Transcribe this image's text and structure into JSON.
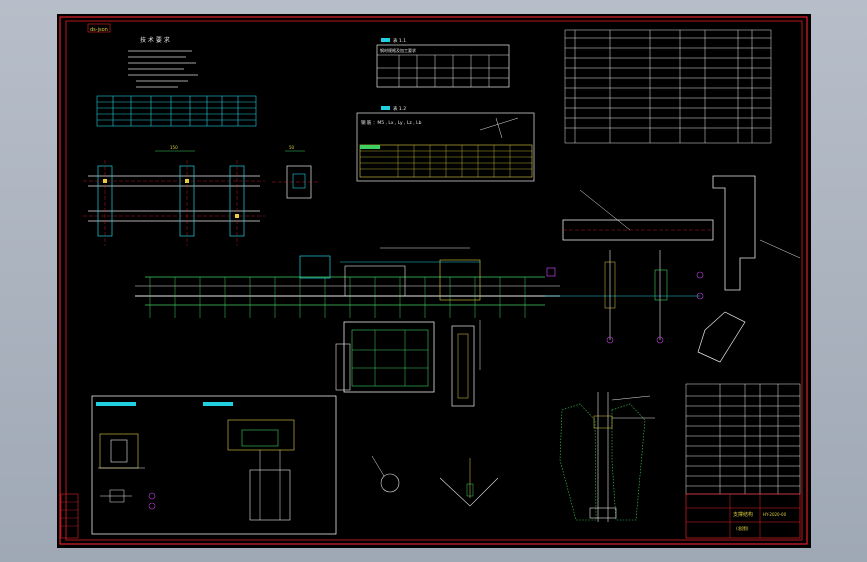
{
  "sheet": {
    "corner_tag": "ds-json",
    "tables": {
      "t1_head": "表 1.1",
      "t1_title": "钢材规格及加工要求",
      "t2_head": "表 1.2",
      "t2_formula": "钢 筋 ：M5 , Lx , Ly , Lz , Lb",
      "view1_label": "150",
      "view2_label": "50"
    },
    "notes_title": "技 术 要 求",
    "title_block": {
      "title": "支撑结构",
      "subtitle": "(总图)",
      "drawing_no": "HY-2020-00"
    }
  }
}
